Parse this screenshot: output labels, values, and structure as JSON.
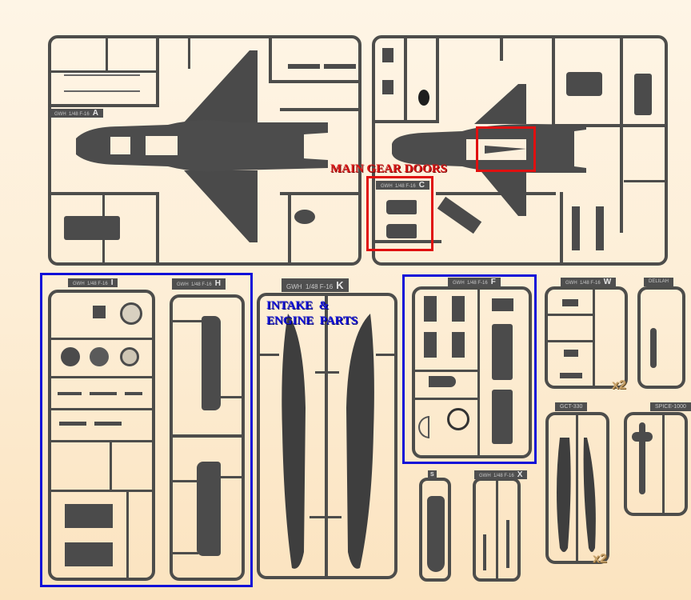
{
  "annotations": {
    "main_gear_doors": "MAIN GEAR DOORS",
    "intake_engine_parts": "INTAKE  &\nENGINE  PARTS"
  },
  "sprues": [
    {
      "id": "A",
      "brand": "GWH",
      "scale": "1/48 F-16",
      "letter": "A"
    },
    {
      "id": "C",
      "brand": "GWH",
      "scale": "1/48 F-16",
      "letter": "C"
    },
    {
      "id": "I",
      "brand": "GWH",
      "scale": "1/48 F-16",
      "letter": "I"
    },
    {
      "id": "H",
      "brand": "GWH",
      "scale": "1/48 F-16",
      "letter": "H"
    },
    {
      "id": "K",
      "brand": "GWH",
      "scale": "1/48 F-16",
      "letter": "K"
    },
    {
      "id": "F",
      "brand": "GWH",
      "scale": "1/48 F-16",
      "letter": "F"
    },
    {
      "id": "W",
      "brand": "GWH",
      "scale": "1/48 F-16",
      "letter": "W"
    },
    {
      "id": "DELILAH",
      "brand": "",
      "scale": "DELILAH",
      "letter": ""
    },
    {
      "id": "S",
      "brand": "",
      "scale": "",
      "letter": "S"
    },
    {
      "id": "X",
      "brand": "GWH",
      "scale": "1/48 F-16",
      "letter": "X"
    },
    {
      "id": "GCT",
      "brand": "",
      "scale": "GCT-330",
      "letter": ""
    },
    {
      "id": "SPICE",
      "brand": "",
      "scale": "SPICE-1000",
      "letter": ""
    }
  ],
  "multipliers": {
    "w": "x2",
    "gct": "x2"
  },
  "colors": {
    "background": "#fdeed6",
    "plastic": "#4b4b4b",
    "highlight_red": "#e01010",
    "highlight_blue": "#1010d8"
  }
}
